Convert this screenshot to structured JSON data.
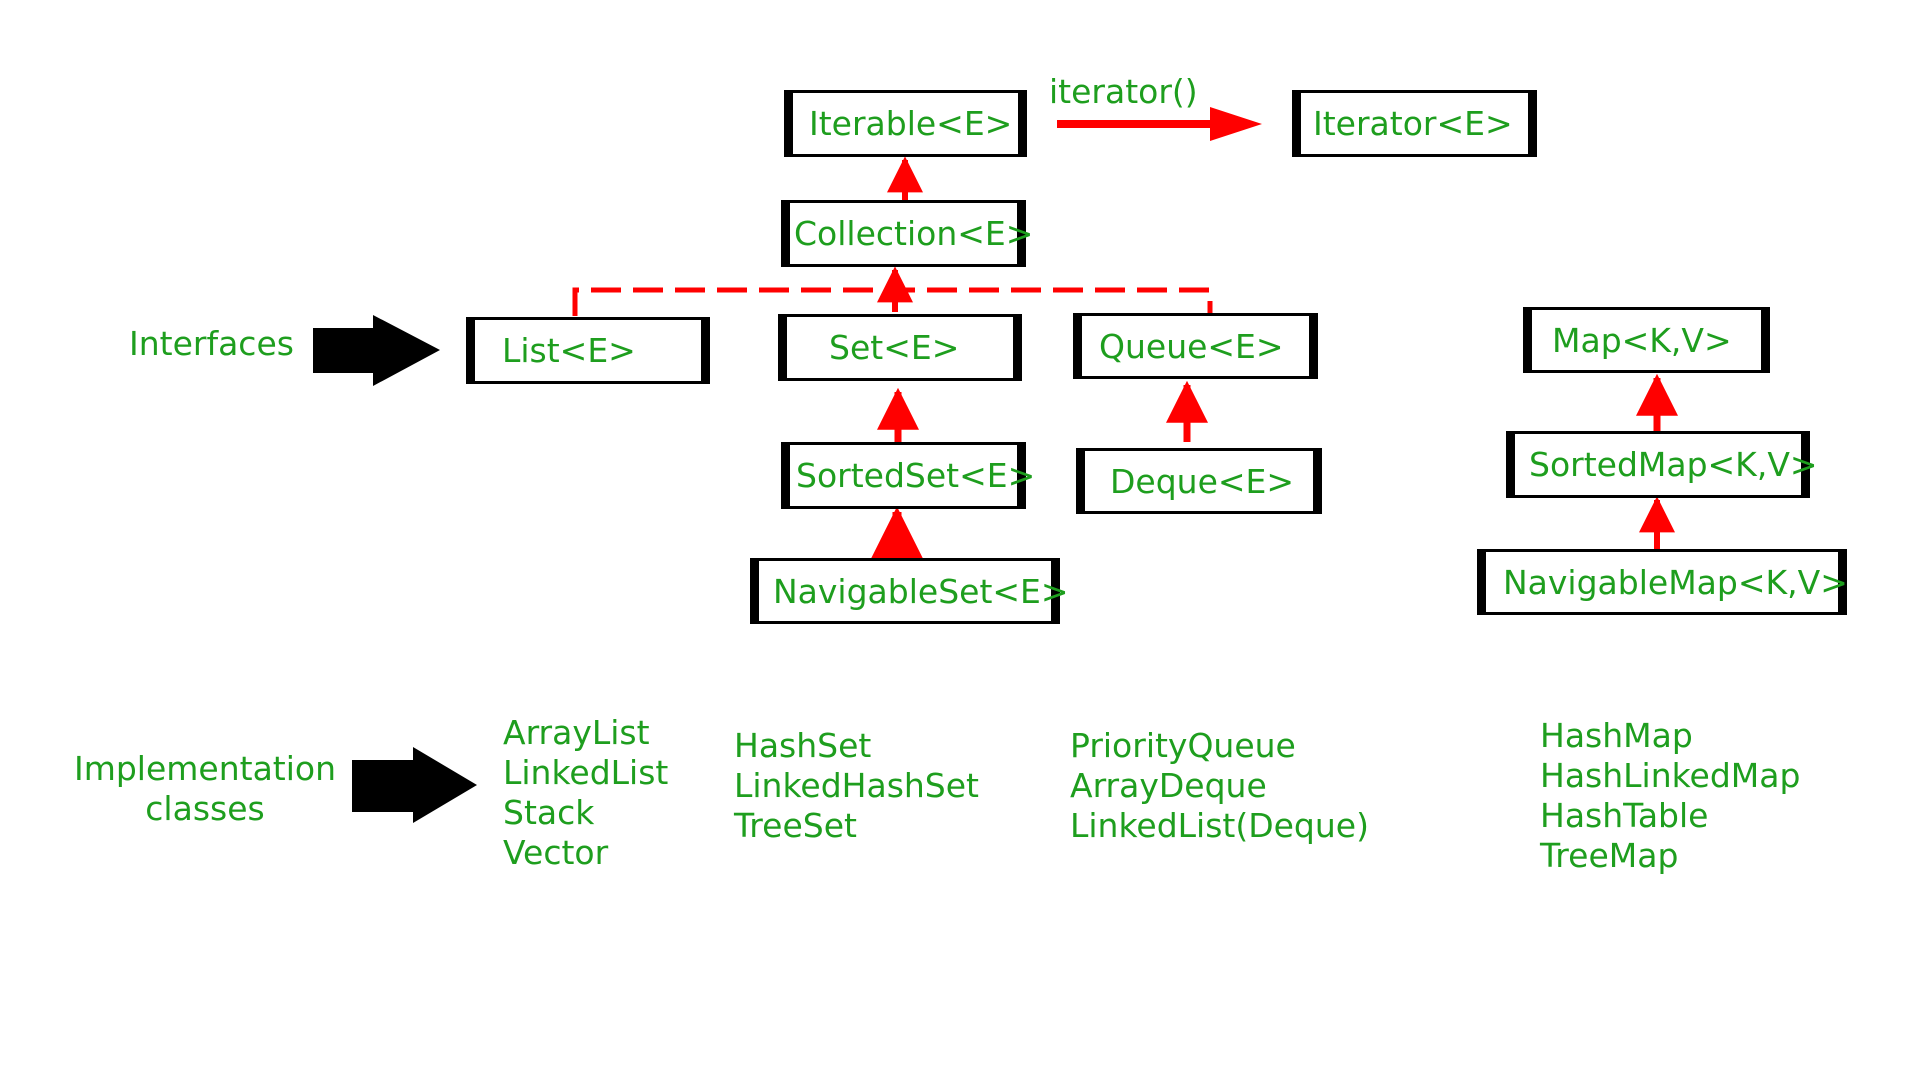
{
  "colors": {
    "text": "#1e9e1e",
    "arrow": "#ff0000",
    "border": "#000000",
    "background": "#ffffff"
  },
  "labels": {
    "interfaces": "Interfaces",
    "implementation_line1": "Implementation",
    "implementation_line2": "classes",
    "iterator_method": "iterator()"
  },
  "nodes": {
    "iterable": "Iterable<E>",
    "iterator": "Iterator<E>",
    "collection": "Collection<E>",
    "list": "List<E>",
    "set": "Set<E>",
    "queue": "Queue<E>",
    "sortedset": "SortedSet<E>",
    "navigableset": "NavigableSet<E>",
    "deque": "Deque<E>",
    "map": "Map<K,V>",
    "sortedmap": "SortedMap<K,V>",
    "navigablemap": "NavigableMap<K,V>"
  },
  "implementations": {
    "list": [
      "ArrayList",
      "LinkedList",
      "Stack",
      "Vector"
    ],
    "set": [
      "HashSet",
      "LinkedHashSet",
      "TreeSet"
    ],
    "queue": [
      "PriorityQueue",
      "ArrayDeque",
      "LinkedList(Deque)"
    ],
    "map": [
      "HashMap",
      "HashLinkedMap",
      "HashTable",
      "TreeMap"
    ]
  },
  "edges": [
    {
      "from": "collection",
      "to": "iterable",
      "style": "solid"
    },
    {
      "from": "iterable",
      "to": "iterator",
      "style": "solid",
      "label": "iterator()"
    },
    {
      "from": "list",
      "to": "collection",
      "style": "dashed"
    },
    {
      "from": "set",
      "to": "collection",
      "style": "dashed"
    },
    {
      "from": "queue",
      "to": "collection",
      "style": "dashed"
    },
    {
      "from": "sortedset",
      "to": "set",
      "style": "solid"
    },
    {
      "from": "navigableset",
      "to": "sortedset",
      "style": "solid"
    },
    {
      "from": "deque",
      "to": "queue",
      "style": "solid"
    },
    {
      "from": "sortedmap",
      "to": "map",
      "style": "solid"
    },
    {
      "from": "navigablemap",
      "to": "sortedmap",
      "style": "solid"
    }
  ]
}
